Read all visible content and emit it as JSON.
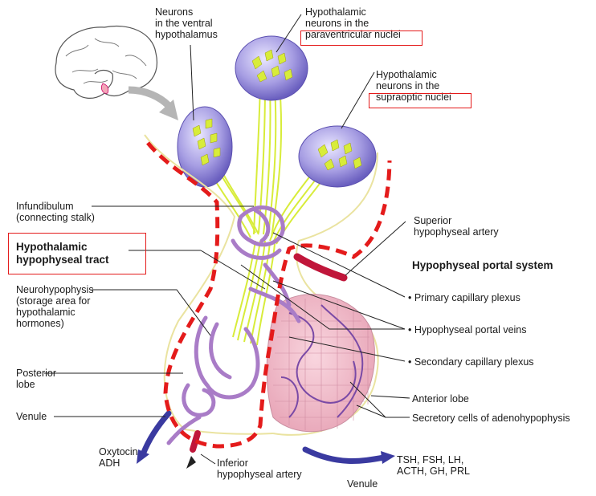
{
  "labels": {
    "ventral_neurons": [
      "Neurons",
      "in the ventral",
      "hypothalamus"
    ],
    "paraventricular": [
      "Hypothalamic",
      "neurons in the",
      "paraventricular nuclei"
    ],
    "supraoptic": [
      "Hypothalamic",
      "neurons in the",
      "supraoptic nuclei"
    ],
    "infundibulum": [
      "Infundibulum",
      "(connecting stalk)"
    ],
    "hypothalamic_tract": [
      "Hypothalamic",
      "hypophyseal tract"
    ],
    "neurohypophysis": [
      "Neurohypophysis",
      "(storage area for",
      "hypothalamic",
      "hormones)"
    ],
    "posterior_lobe": [
      "Posterior",
      "lobe"
    ],
    "venule_left": "Venule",
    "oxytocin": [
      "Oxytocin",
      "ADH"
    ],
    "inferior_artery": [
      "Inferior",
      "hypophyseal artery"
    ],
    "venule_bottom": "Venule",
    "hormones_out": [
      "TSH, FSH, LH,",
      "ACTH, GH, PRL"
    ],
    "superior_artery": [
      "Superior",
      "hypophyseal artery"
    ],
    "portal_system": "Hypophyseal portal system",
    "primary_plexus": "• Primary capillary plexus",
    "portal_veins": "• Hypophyseal portal veins",
    "secondary_plexus": "• Secondary capillary plexus",
    "anterior_lobe": "Anterior lobe",
    "secretory_cells": "Secretory cells of adenohypophysis"
  },
  "colors": {
    "dashed_outline": "#e41b1b",
    "highlight_box": "#e41b1b",
    "axon_fibers": "#d8ec3a",
    "nucleus_sphere": "#8f86d6",
    "capillary": "#a97cc7",
    "anterior_tissue": "#f2c2cf",
    "artery": "#c0163a",
    "venule": "#3a3aa0"
  }
}
